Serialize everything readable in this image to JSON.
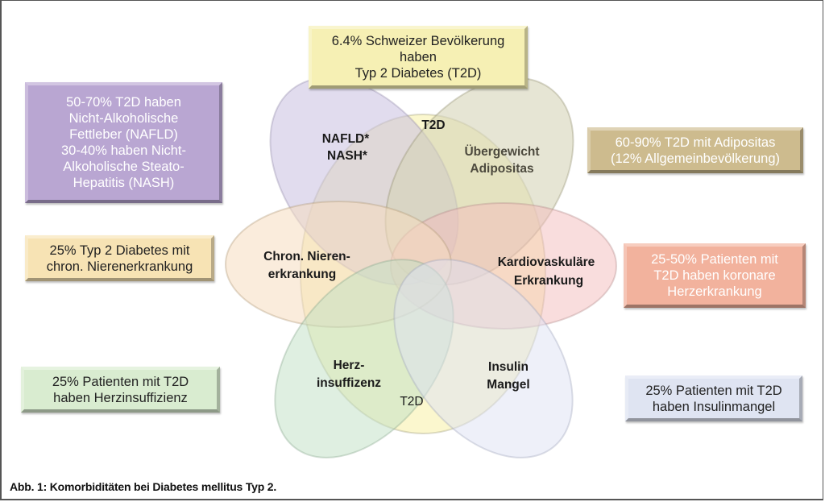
{
  "figure": {
    "caption": "Abb. 1: Komorbiditäten bei Diabetes mellitus Typ 2."
  },
  "ellipses": [
    {
      "id": "nafld",
      "color": "#c9bfe0"
    },
    {
      "id": "adipositas",
      "color": "#d6d3b8"
    },
    {
      "id": "kardio",
      "color": "#f4bcbc"
    },
    {
      "id": "niere",
      "color": "#f5dcbf"
    },
    {
      "id": "herz",
      "color": "#bfe0c4"
    },
    {
      "id": "insulin",
      "color": "#dde2f3"
    },
    {
      "id": "t2d",
      "color": "#f7f1a6"
    }
  ],
  "labels": {
    "t2d_top": "T2D",
    "nafld_line1": "NAFLD*",
    "nafld_line2": "NASH*",
    "adipositas_line1": "Übergewicht",
    "adipositas_line2": "Adipositas",
    "niere_line1": "Chron. Nieren-",
    "niere_line2": "erkrankung",
    "kardio_line1": "Kardiovaskuläre",
    "kardio_line2": "Erkrankung",
    "herz_line1": "Herz-",
    "herz_line2": "insuffizenz",
    "insulin_line1": "Insulin",
    "insulin_line2": "Mangel",
    "t2d_bottom": "T2D"
  },
  "boxes": {
    "top": {
      "text": "6.4% Schweizer Bevölkerung\nhaben\nTyp 2 Diabetes (T2D)",
      "bg": "#f6f0b4",
      "text_color": "#222222"
    },
    "nafld": {
      "text": "50-70% T2D haben\nNicht-Alkoholische\nFettleber (NAFLD)\n30-40% haben Nicht-\nAlkoholische Steato-\nHepatitis (NASH)",
      "bg": "#b9a6d2",
      "text_color": "#ffffff"
    },
    "adipositas": {
      "text": "60-90% T2D mit Adipositas\n(12% Allgemeinbevölkerung)",
      "bg": "#cdbb8e",
      "text_color": "#ffffff"
    },
    "niere": {
      "text": "25% Typ 2 Diabetes mit\nchron. Nierenerkrankung",
      "bg": "#f7e3b4",
      "text_color": "#222222"
    },
    "kardio": {
      "text": "25-50% Patienten mit\nT2D haben koronare\nHerzerkrankung",
      "bg": "#f2b29d",
      "text_color": "#ffffff"
    },
    "herz": {
      "text": "25% Patienten mit T2D\nhaben Herzinsuffizienz",
      "bg": "#d9ecd0",
      "text_color": "#222222"
    },
    "insulin": {
      "text": "25% Patienten mit T2D\nhaben Insulinmangel",
      "bg": "#dfe4f2",
      "text_color": "#222222"
    }
  }
}
